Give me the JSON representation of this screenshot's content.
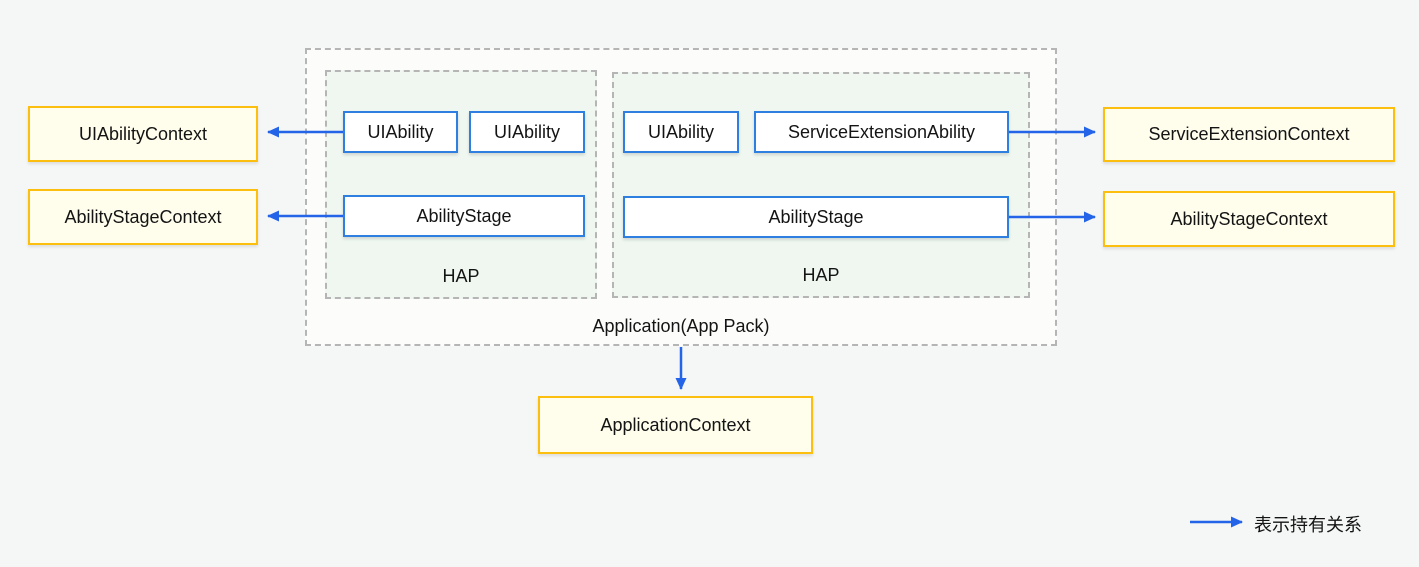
{
  "diagram": {
    "application": {
      "label": "Application(App Pack)",
      "haps": [
        {
          "label": "HAP",
          "abilities": [
            "UIAbility",
            "UIAbility"
          ],
          "stage": "AbilityStage"
        },
        {
          "label": "HAP",
          "abilities": [
            "UIAbility",
            "ServiceExtensionAbility"
          ],
          "stage": "AbilityStage"
        }
      ]
    },
    "contexts": {
      "ui_ability": "UIAbilityContext",
      "ability_stage_left": "AbilityStageContext",
      "service_extension": "ServiceExtensionContext",
      "ability_stage_right": "AbilityStageContext",
      "application": "ApplicationContext"
    },
    "legend": {
      "label": "表示持有关系"
    },
    "colors": {
      "arrow": "#2364e8",
      "ability_border": "#2e7fe0",
      "context_border": "#fdbf0f",
      "context_fill": "#fffdec",
      "hap_fill": "#f0f7f1",
      "dash_border": "#b5b5b5",
      "page_bg": "#f5f6f6"
    }
  }
}
